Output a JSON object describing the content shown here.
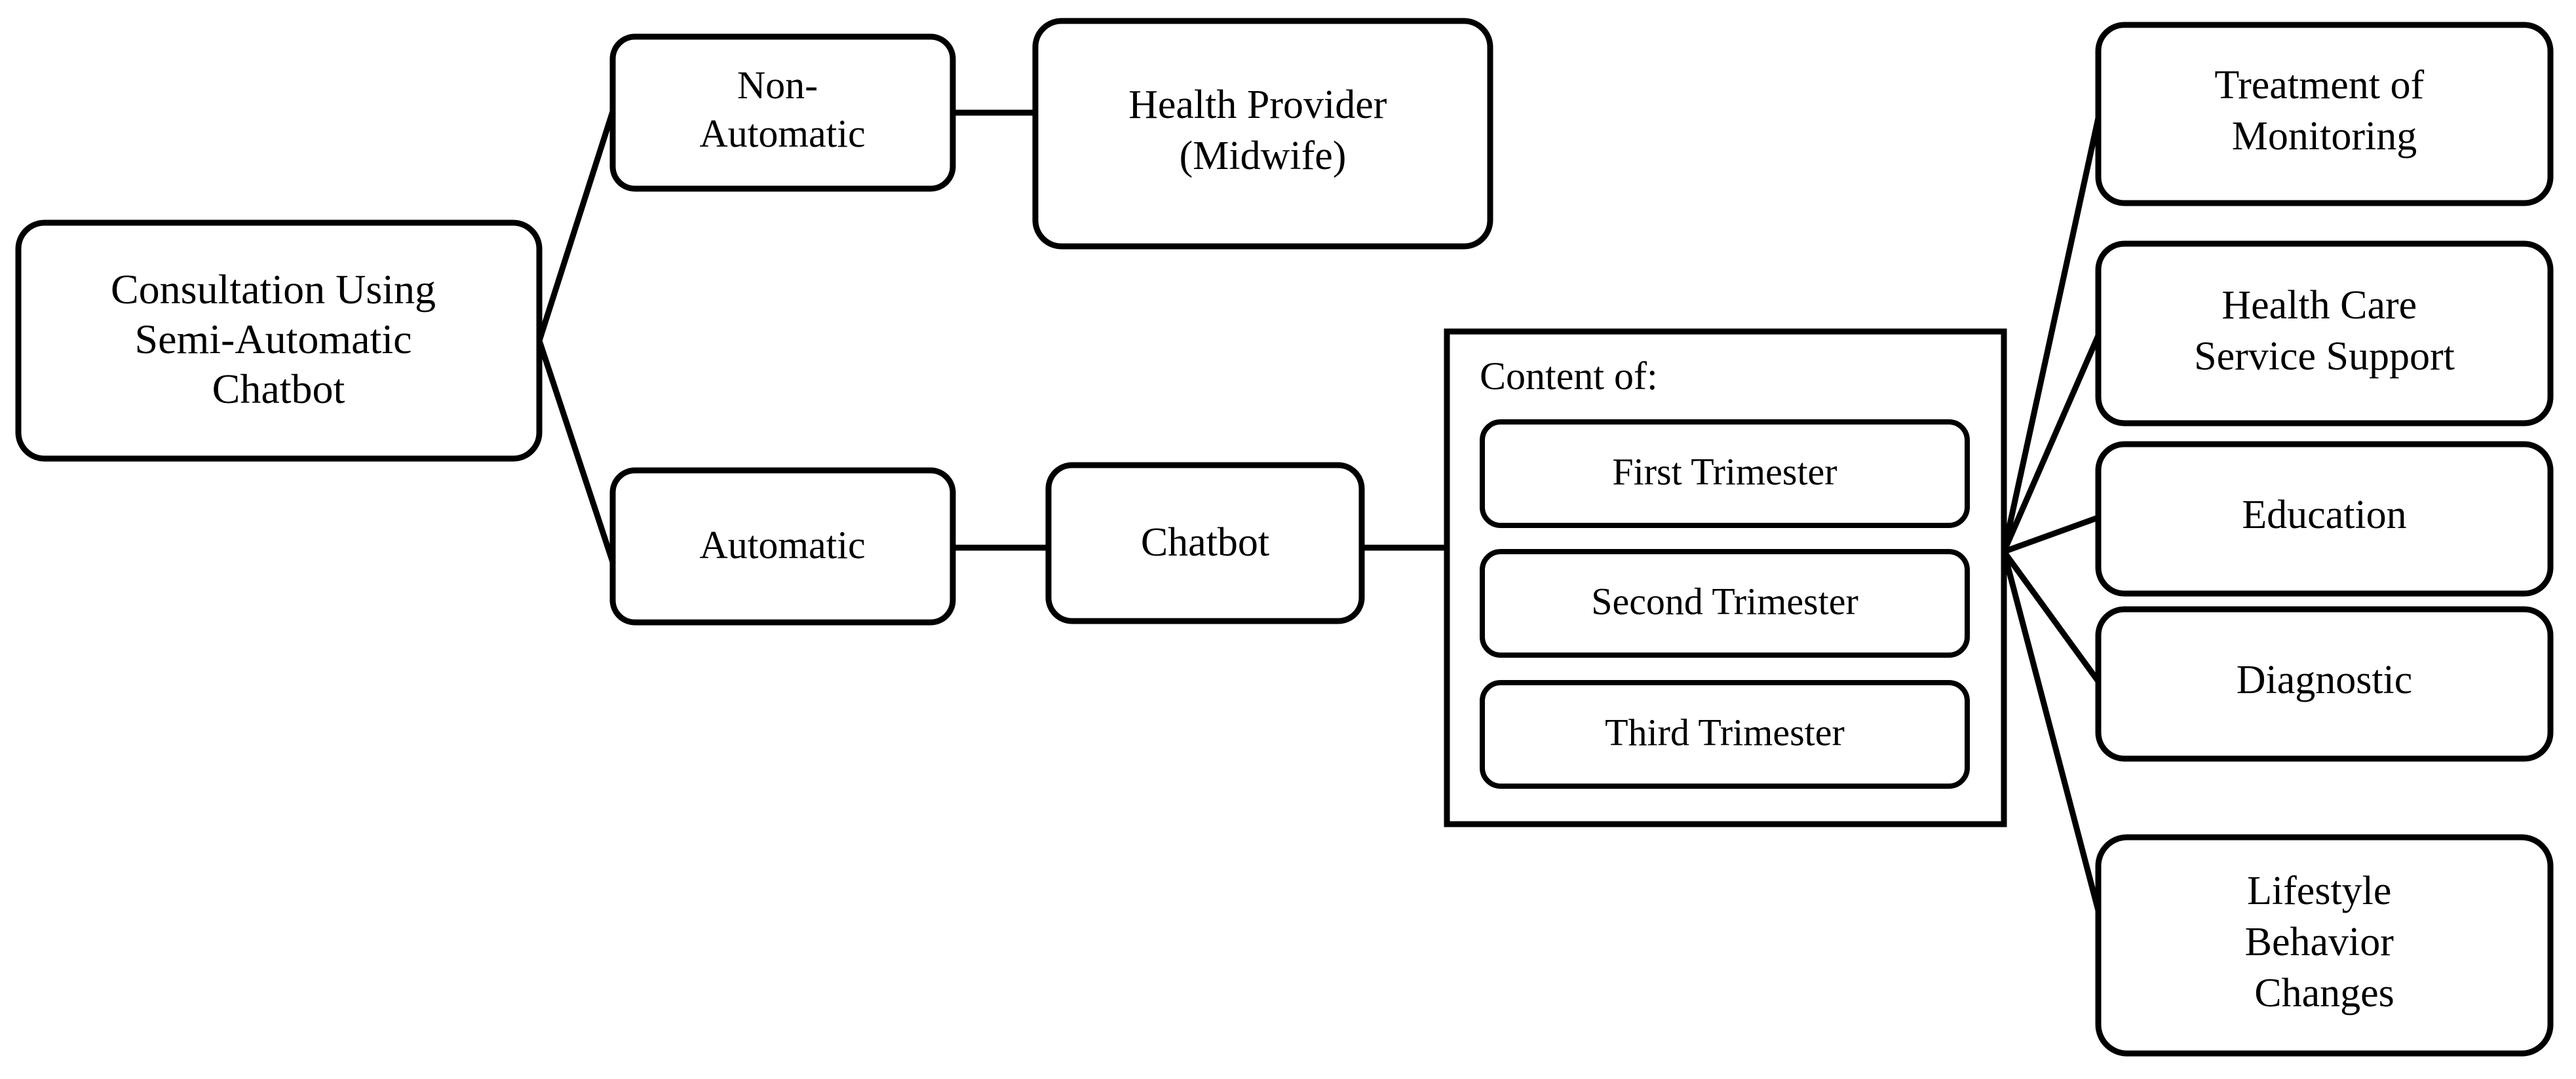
{
  "diagram": {
    "type": "tree-flowchart",
    "background_color": "#ffffff",
    "line_color": "#000000",
    "text_color": "#000000",
    "root": {
      "id": "root",
      "label_lines": [
        "Consultation Using",
        "Semi-Automatic",
        "Chatbot"
      ],
      "full_label": "Consultation Using Semi-Automatic Chatbot",
      "shape": "rounded-rectangle"
    },
    "branches": [
      {
        "id": "non-automatic",
        "label_lines": [
          "Non-",
          "Automatic"
        ],
        "full_label": "Non-Automatic",
        "shape": "rounded-rectangle"
      },
      {
        "id": "automatic",
        "label_lines": [
          "Automatic"
        ],
        "full_label": "Automatic",
        "shape": "rounded-rectangle"
      }
    ],
    "branch_targets": [
      {
        "id": "health-provider",
        "label_lines": [
          "Health Provider",
          "(Midwife)"
        ],
        "full_label": "Health Provider (Midwife)",
        "shape": "rounded-rectangle"
      },
      {
        "id": "chatbot",
        "label_lines": [
          "Chatbot"
        ],
        "full_label": "Chatbot",
        "shape": "rounded-rectangle"
      }
    ],
    "content_group": {
      "id": "content-of-group",
      "label": "Content of:",
      "shape": "rectangle",
      "items": [
        {
          "id": "first-trimester",
          "label": "First Trimester",
          "shape": "rounded-rectangle"
        },
        {
          "id": "second-trimester",
          "label": "Second Trimester",
          "shape": "rounded-rectangle"
        },
        {
          "id": "third-trimester",
          "label": "Third Trimester",
          "shape": "rounded-rectangle"
        }
      ]
    },
    "outputs": [
      {
        "id": "treatment-of-monitoring",
        "label_lines": [
          "Treatment of",
          "Monitoring"
        ],
        "full_label": "Treatment of Monitoring",
        "shape": "rounded-rectangle"
      },
      {
        "id": "health-care-service-support",
        "label_lines": [
          "Health Care",
          "Service Support"
        ],
        "full_label": "Health Care Service Support",
        "shape": "rounded-rectangle"
      },
      {
        "id": "education",
        "label_lines": [
          "Education"
        ],
        "full_label": "Education",
        "shape": "rounded-rectangle"
      },
      {
        "id": "diagnostic",
        "label_lines": [
          "Diagnostic"
        ],
        "full_label": "Diagnostic",
        "shape": "rounded-rectangle"
      },
      {
        "id": "lifestyle-behavior-changes",
        "label_lines": [
          "Lifestyle",
          "Behavior",
          "Changes"
        ],
        "full_label": "Lifestyle Behavior Changes",
        "shape": "rounded-rectangle"
      }
    ]
  }
}
